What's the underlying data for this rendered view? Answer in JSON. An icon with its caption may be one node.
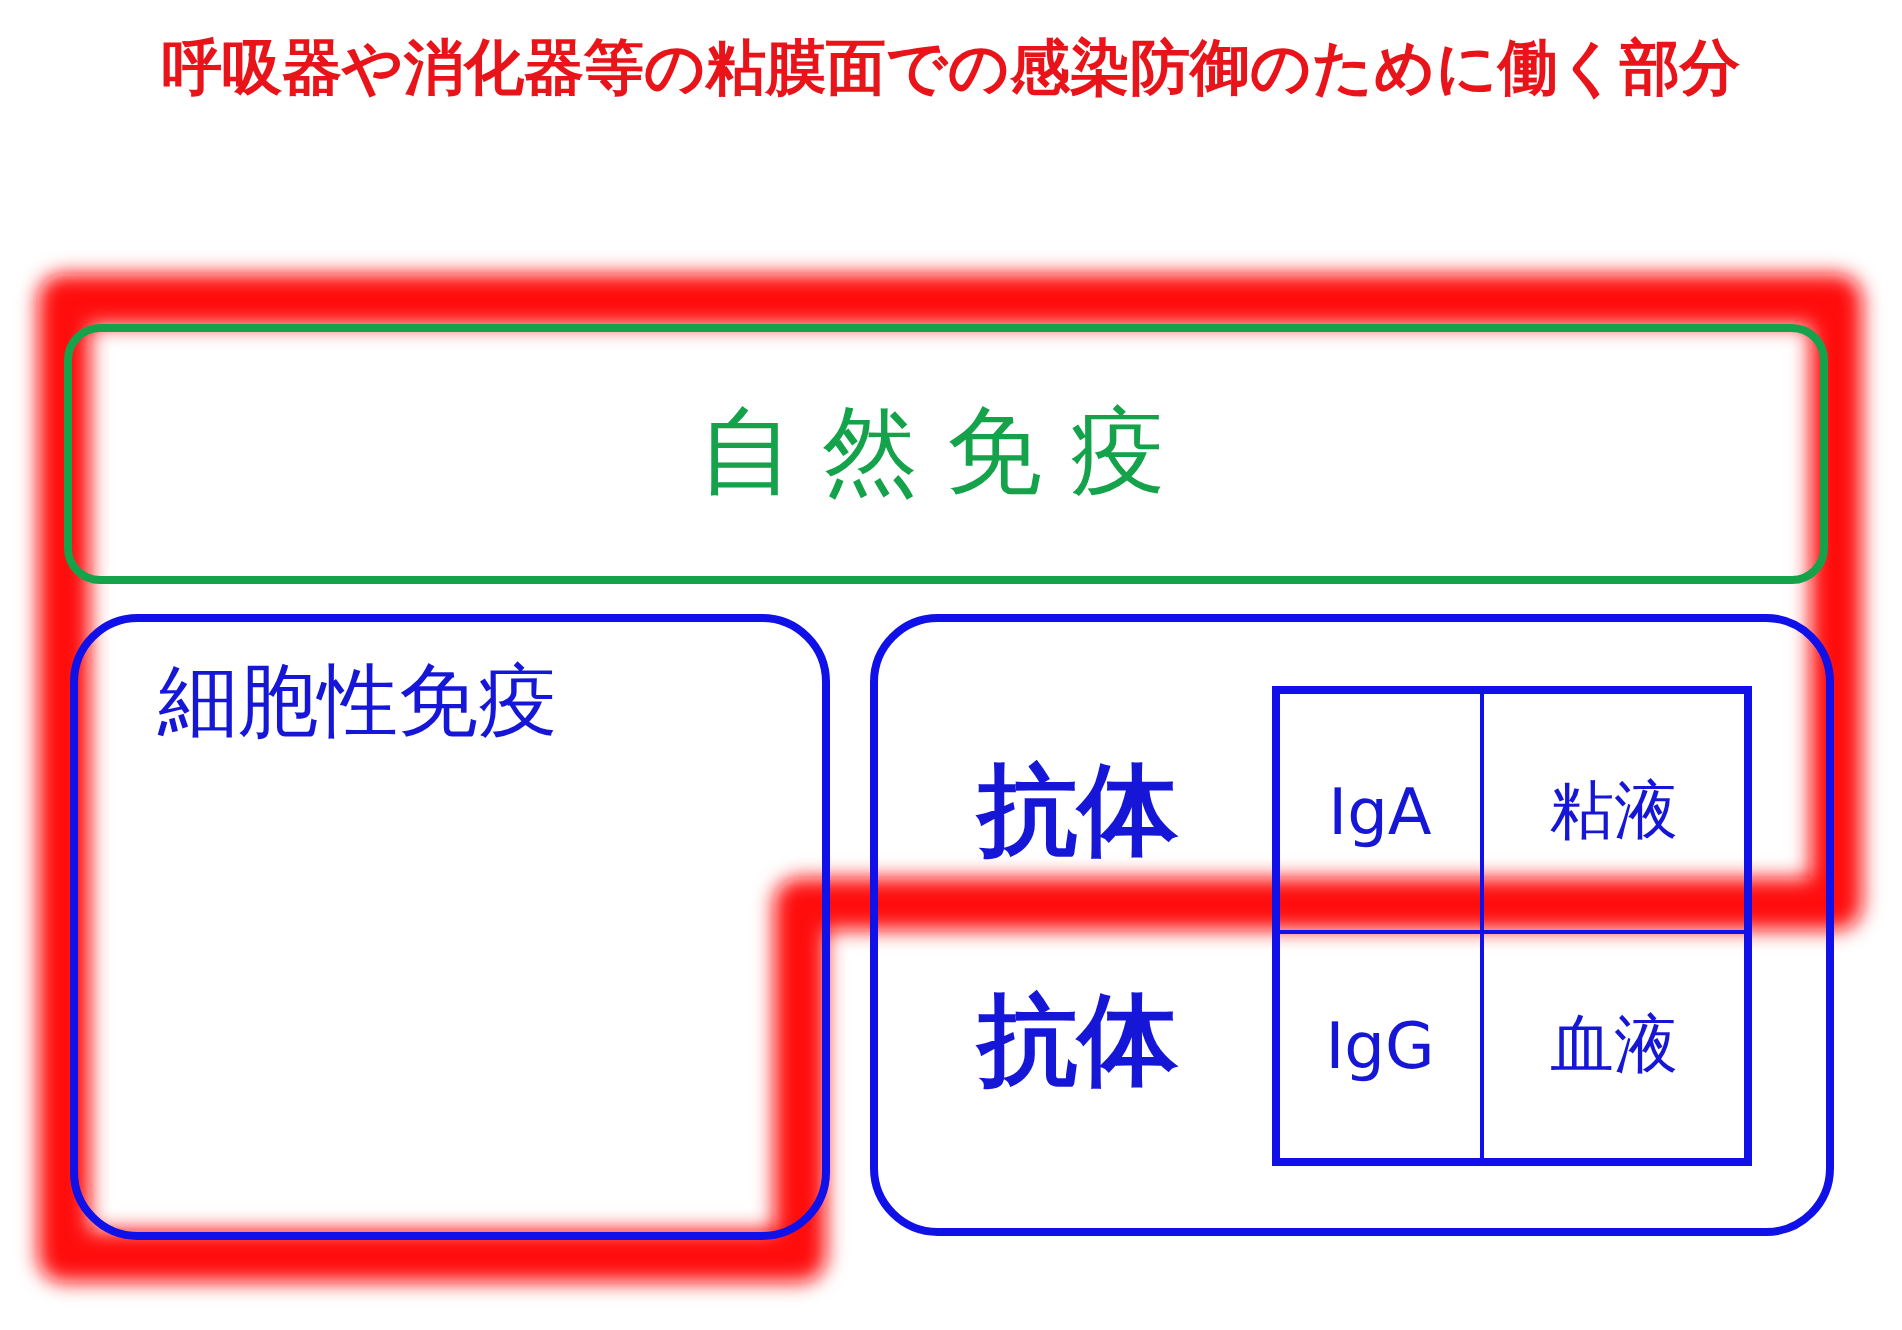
{
  "diagram": {
    "title": "呼吸器や消化器等の粘膜面での感染防御のために働く部分",
    "nodes": [
      {
        "text": [
          "自然免疫"
        ]
      },
      {
        "text": [
          "細胞性免疫"
        ]
      },
      {
        "text": [
          "抗体",
          "抗体"
        ]
      }
    ],
    "edges": [],
    "labels": [
      "IgA",
      "粘液",
      "IgG",
      "血液"
    ]
  }
}
